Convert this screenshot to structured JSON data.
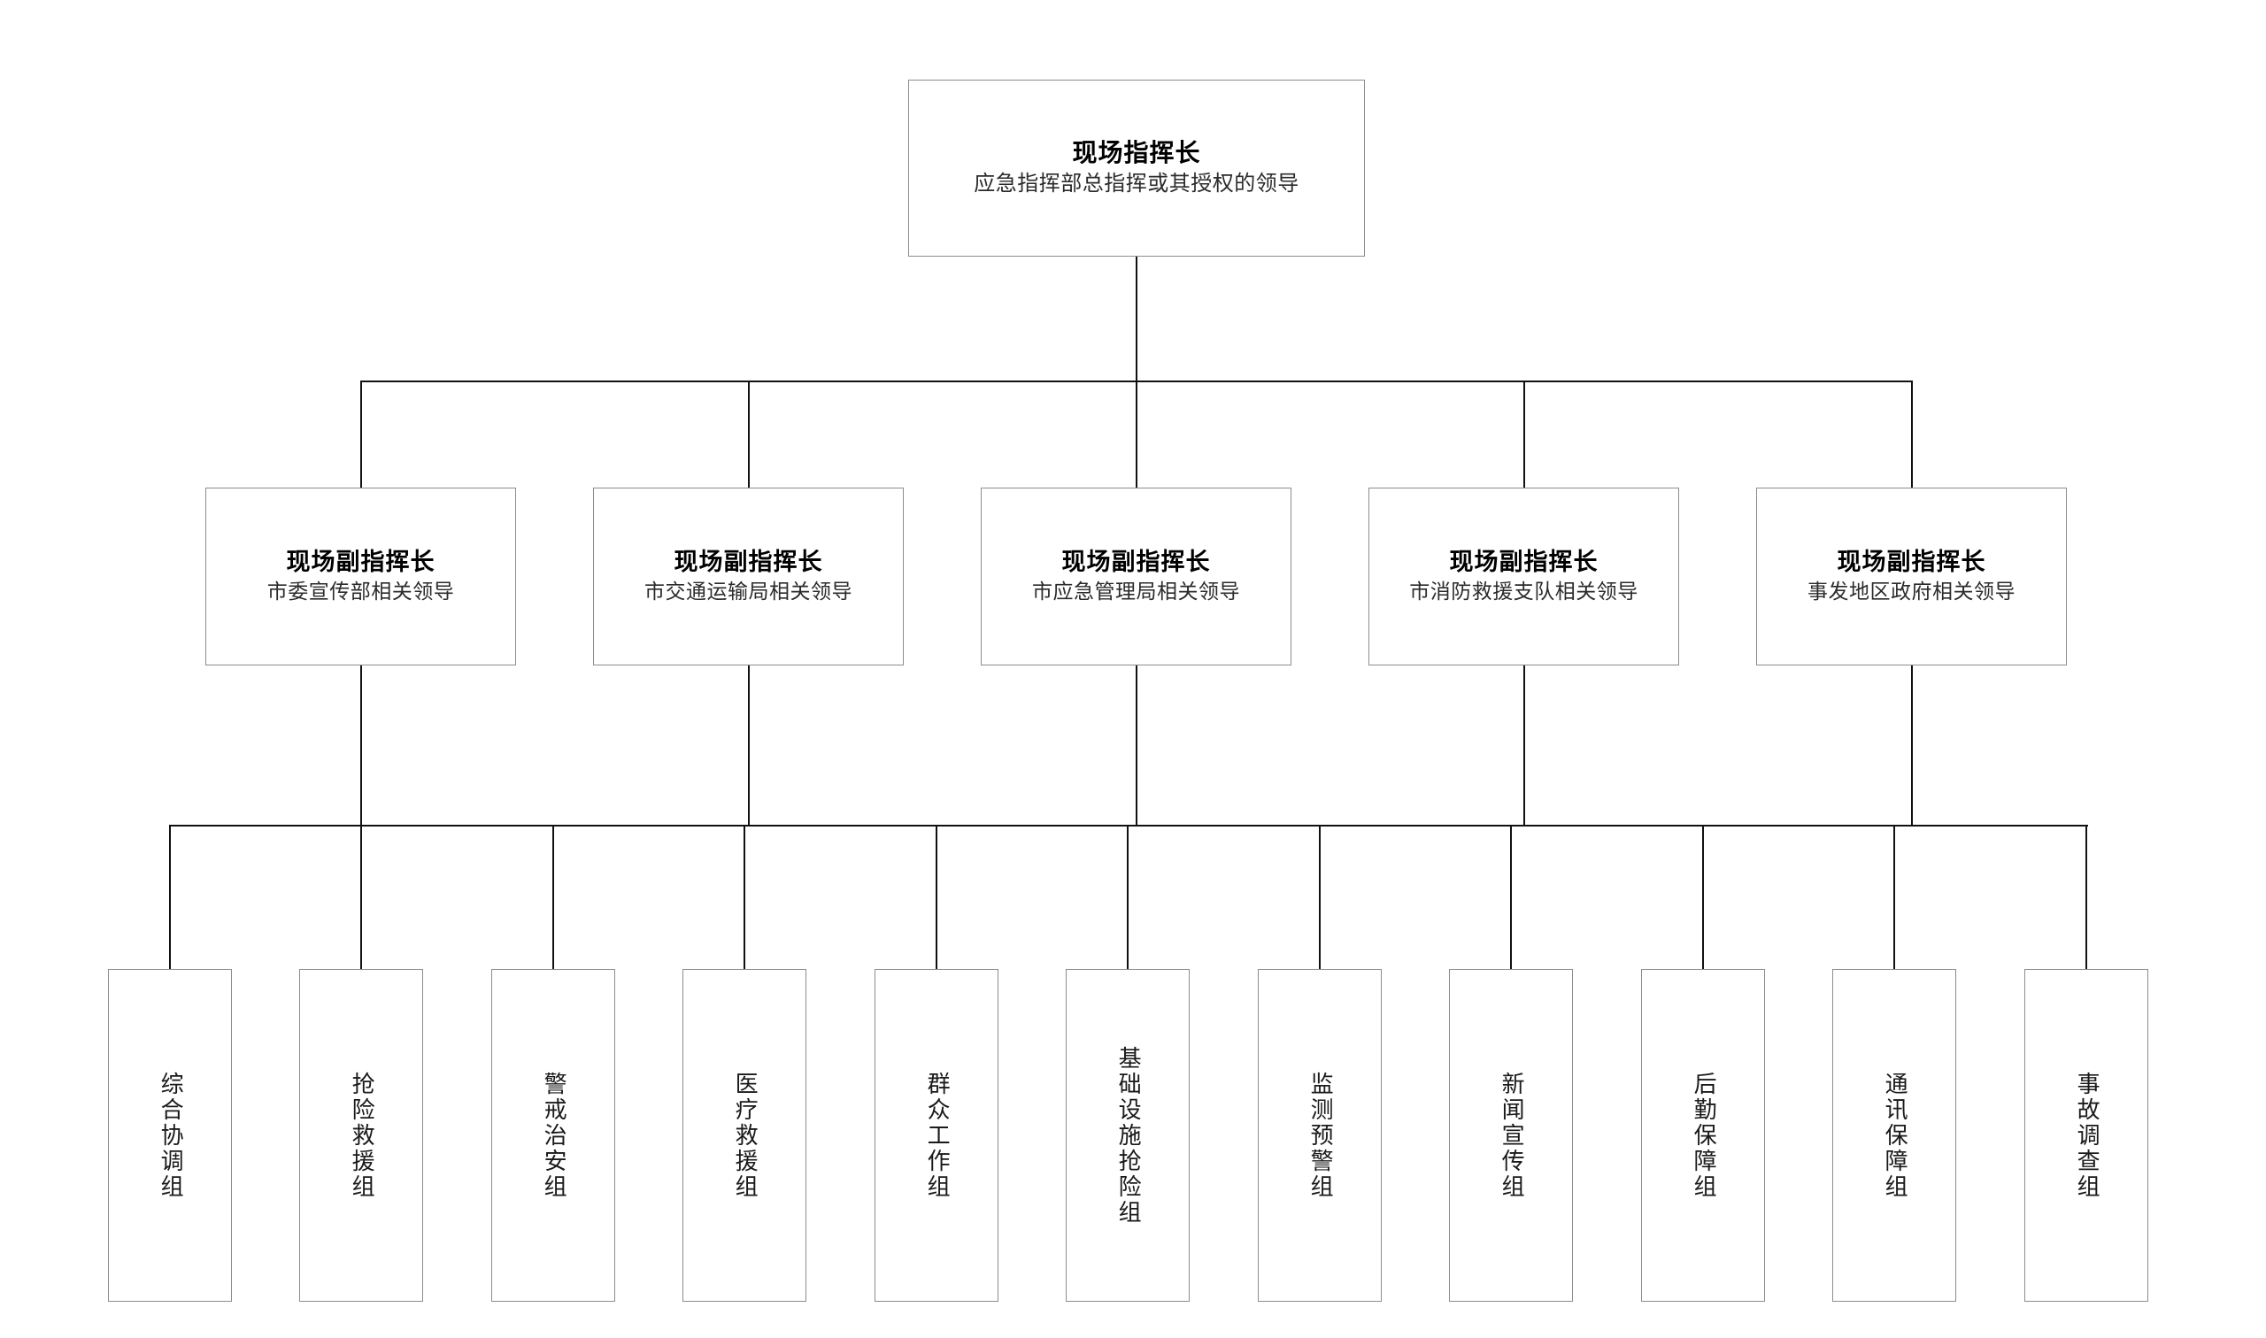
{
  "diagram": {
    "type": "organization-chart",
    "orientation": "top-down",
    "levels": 3,
    "line_color": "#111111",
    "box_border_color": "#8c8c8c",
    "background_color": "#ffffff"
  },
  "root": {
    "title": "现场指挥长",
    "subtitle": "应急指挥部总指挥或其授权的领导"
  },
  "deputies": [
    {
      "title": "现场副指挥长",
      "subtitle": "市委宣传部相关领导"
    },
    {
      "title": "现场副指挥长",
      "subtitle": "市交通运输局相关领导"
    },
    {
      "title": "现场副指挥长",
      "subtitle": "市应急管理局相关领导"
    },
    {
      "title": "现场副指挥长",
      "subtitle": "市消防救援支队相关领导"
    },
    {
      "title": "现场副指挥长",
      "subtitle": "事发地区政府相关领导"
    }
  ],
  "groups": [
    {
      "label": "综合协调组"
    },
    {
      "label": "抢险救援组"
    },
    {
      "label": "警戒治安组"
    },
    {
      "label": "医疗救援组"
    },
    {
      "label": "群众工作组"
    },
    {
      "label": "基础设施抢险组"
    },
    {
      "label": "监测预警组"
    },
    {
      "label": "新闻宣传组"
    },
    {
      "label": "后勤保障组"
    },
    {
      "label": "通讯保障组"
    },
    {
      "label": "事故调查组"
    }
  ]
}
